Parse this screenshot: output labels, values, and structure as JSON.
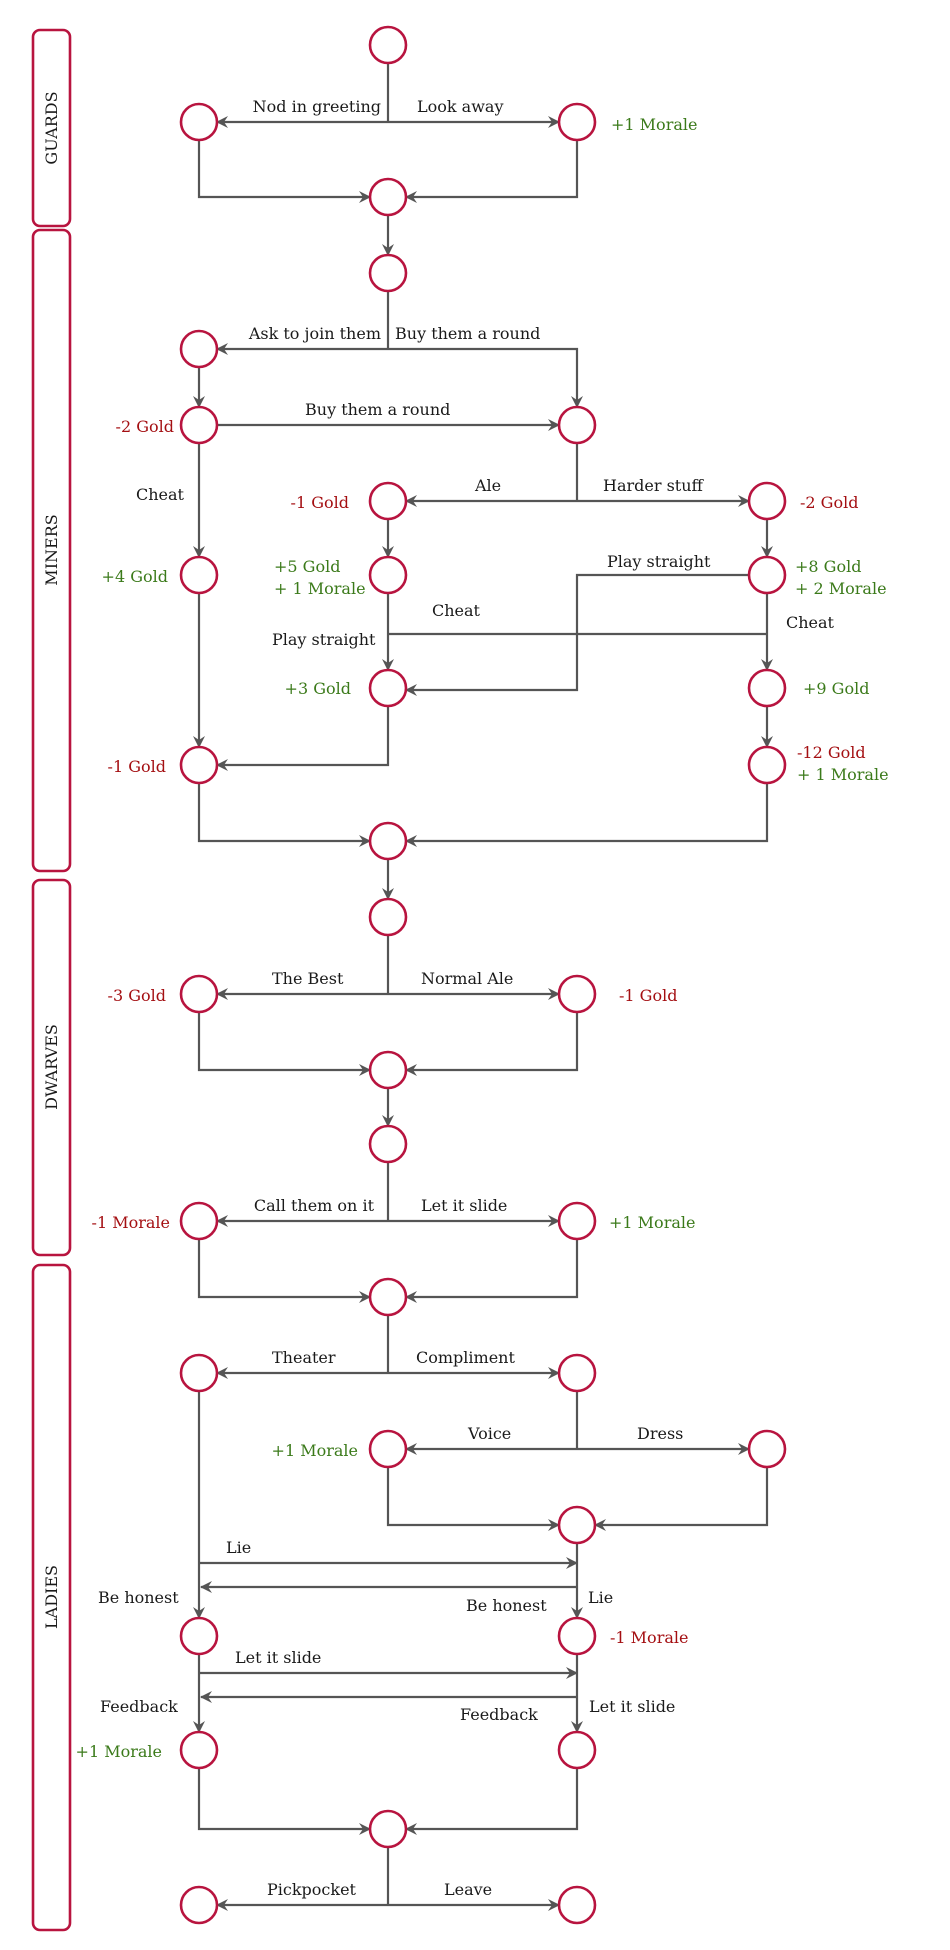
{
  "lanes": {
    "guards": "GUARDS",
    "miners": "MINERS",
    "dwarves": "DWARVES",
    "ladies": "LADIES"
  },
  "choices": {
    "nod_in_greeting": "Nod in greeting",
    "look_away": "Look away",
    "ask_to_join_them": "Ask to join them",
    "buy_them_a_round_1": "Buy them a round",
    "buy_them_a_round_2": "Buy them a round",
    "cheat_1": "Cheat",
    "ale": "Ale",
    "harder_stuff": "Harder stuff",
    "play_straight_1": "Play straight",
    "cheat_2": "Cheat",
    "play_straight_2": "Play straight",
    "cheat_3": "Cheat",
    "the_best": "The Best",
    "normal_ale": "Normal Ale",
    "call_them_on_it": "Call them on it",
    "let_it_slide_1": "Let it slide",
    "theater": "Theater",
    "compliment": "Compliment",
    "voice": "Voice",
    "dress": "Dress",
    "lie_1": "Lie",
    "be_honest_1": "Be honest",
    "be_honest_2": "Be honest",
    "lie_2": "Lie",
    "let_it_slide_2": "Let it slide",
    "feedback_1": "Feedback",
    "feedback_2": "Feedback",
    "let_it_slide_3": "Let it slide",
    "pickpocket": "Pickpocket",
    "leave": "Leave"
  },
  "effects": {
    "guards_morale": "+1 Morale",
    "miners_minus2_gold": "-2 Gold",
    "miners_minus1_gold_ale": "-1 Gold",
    "miners_minus2_gold_harder": "-2 Gold",
    "miners_plus4_gold": "+4 Gold",
    "miners_plus5_gold": "+5 Gold",
    "miners_plus5_morale": "+ 1 Morale",
    "miners_plus8_gold": "+8 Gold",
    "miners_plus8_morale": "+ 2 Morale",
    "miners_plus3_gold": "+3 Gold",
    "miners_plus9_gold": "+9 Gold",
    "miners_minus1_gold": "-1 Gold",
    "miners_minus12_gold": "-12 Gold",
    "miners_minus12_morale": "+ 1 Morale",
    "dwarves_minus3_gold": "-3 Gold",
    "dwarves_minus1_gold": "-1 Gold",
    "dwarves_minus1_morale": "-1 Morale",
    "dwarves_plus1_morale": "+1 Morale",
    "ladies_voice_morale": "+1 Morale",
    "ladies_minus1_morale": "-1 Morale",
    "ladies_plus1_morale": "+1 Morale"
  },
  "colors": {
    "node_stroke": "#b8143f",
    "edge": "#555555",
    "positive_effect": "#3b7a1a",
    "negative_effect": "#a40f12"
  }
}
